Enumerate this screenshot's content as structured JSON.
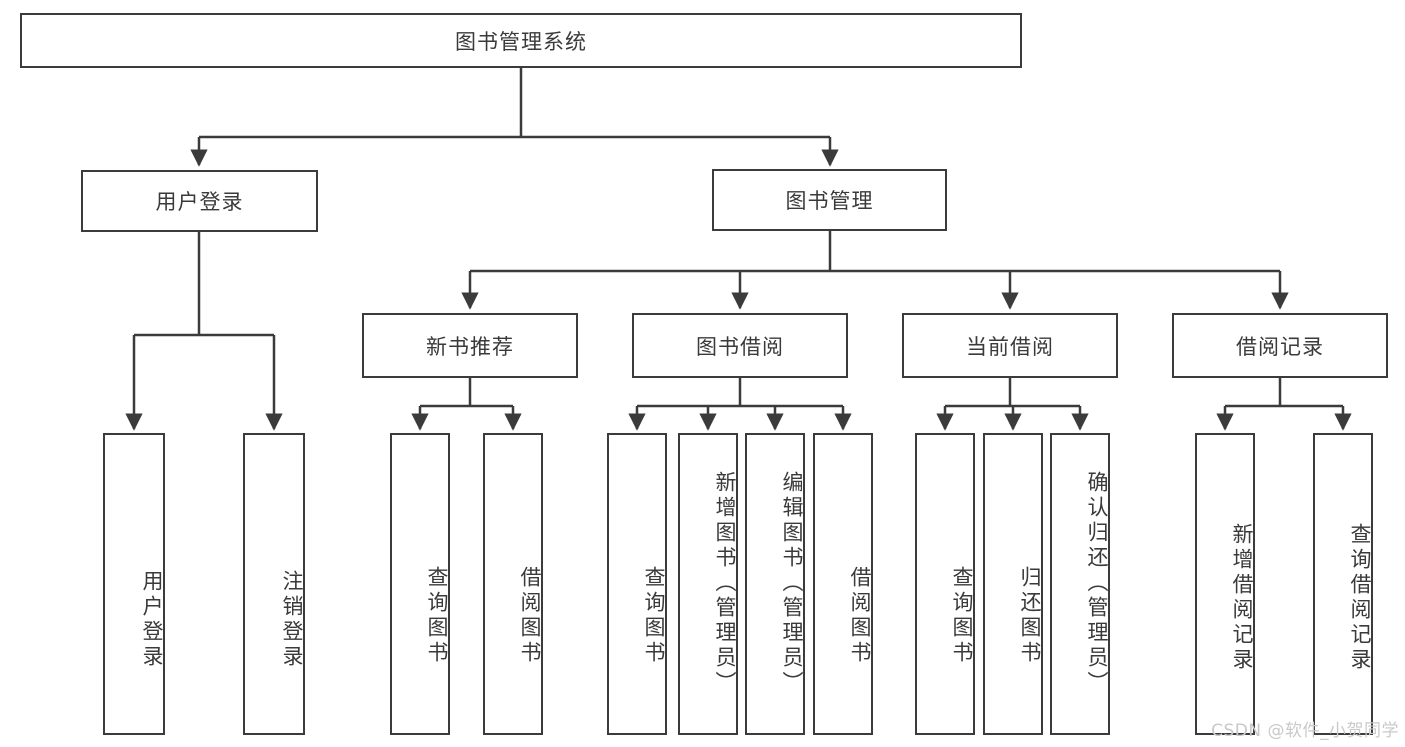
{
  "diagram": {
    "type": "tree-hierarchy",
    "title": "图书管理系统",
    "watermark": "CSDN @软件_小贺同学",
    "colors": {
      "stroke": "#3b3b3b",
      "text": "#3a3a3a",
      "background": "#ffffff",
      "watermark": "#c9c9c9"
    },
    "root": {
      "label": "图书管理系统"
    },
    "level2": [
      {
        "label": "用户登录"
      },
      {
        "label": "图书管理"
      }
    ],
    "level3": [
      {
        "label": "新书推荐"
      },
      {
        "label": "图书借阅"
      },
      {
        "label": "当前借阅"
      },
      {
        "label": "借阅记录"
      }
    ],
    "leaves": {
      "user_login": [
        {
          "label": "用户登录"
        },
        {
          "label": "注销登录"
        }
      ],
      "new_book_recommend": [
        {
          "label": "查询图书"
        },
        {
          "label": "借阅图书"
        }
      ],
      "book_borrow": [
        {
          "label": "查询图书"
        },
        {
          "label": "新增图书（管理员）"
        },
        {
          "label": "编辑图书（管理员）"
        },
        {
          "label": "借阅图书"
        }
      ],
      "current_borrow": [
        {
          "label": "查询图书"
        },
        {
          "label": "归还图书"
        },
        {
          "label": "确认归还（管理员）"
        }
      ],
      "borrow_record": [
        {
          "label": "新增借阅记录"
        },
        {
          "label": "查询借阅记录"
        }
      ]
    }
  }
}
